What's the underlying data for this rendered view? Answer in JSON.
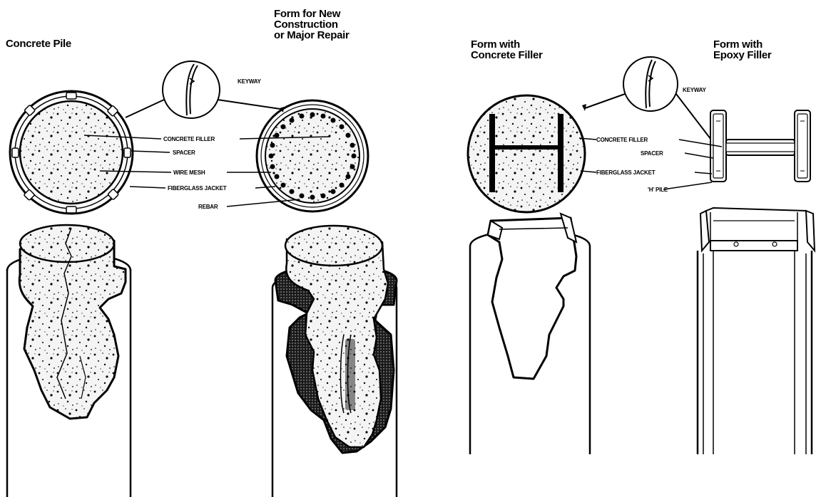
{
  "titles": {
    "concrete_pile": [
      "Concrete Pile"
    ],
    "new_construction": [
      "Form for New",
      "Construction",
      "or Major Repair"
    ],
    "concrete_filler": [
      "Form with",
      "Concrete Filler"
    ],
    "epoxy_filler": [
      "Form with",
      "Epoxy Filler"
    ]
  },
  "left_labels": {
    "keyway": "KEYWAY",
    "concrete_filler": "CONCRETE FILLER",
    "spacer": "SPACER",
    "wire_mesh": "WIRE MESH",
    "fiberglass_jacket": "FIBERGLASS JACKET",
    "rebar": "REBAR"
  },
  "right_labels": {
    "keyway": "KEYWAY",
    "concrete_filler": "CONCRETE FILLER",
    "spacer": "SPACER",
    "fiberglass_jacket": "FIBERGLASS JACKET",
    "h_pile": "'H' PILE"
  },
  "colors": {
    "ink": "#000000",
    "paper": "#ffffff",
    "concrete": "#f2f2f2",
    "mesh": "#333333"
  }
}
